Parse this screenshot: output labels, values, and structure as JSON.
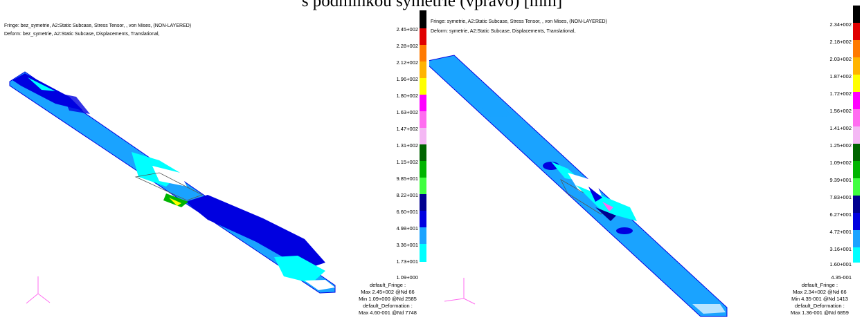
{
  "page_title": "s podmínkou symetrie (vpravo) [mm]",
  "panels": [
    {
      "fringe_line": "Fringe: bez_symetrie, A2:Static Subcase, Stress Tensor, , von Mises, (NON-LAYERED)",
      "deform_line": "Deform: bez_symetrie, A2:Static Subcase, Displacements, Translational,",
      "colors": [
        "#000000",
        "#e00000",
        "#ff7a00",
        "#ffb400",
        "#ffff00",
        "#ff00ff",
        "#ff6cf0",
        "#f4b8f4",
        "#006400",
        "#00b400",
        "#40ff40",
        "#000090",
        "#0000e0",
        "#1aa3ff",
        "#00ffff"
      ],
      "ticks": [
        "2.45+002",
        "2.28+002",
        "2.12+002",
        "1.96+002",
        "1.80+002",
        "1.63+002",
        "1.47+002",
        "1.31+002",
        "1.15+002",
        "9.85+001",
        "8.22+001",
        "6.60+001",
        "4.98+001",
        "3.36+001",
        "1.73+001",
        "1.09+000"
      ],
      "info": [
        "default_Fringe :",
        "Max 2.45+002 @Nd 66",
        "Min 1.09+000 @Nd 2585",
        "default_Deformation :",
        "Max 4.60-001 @Nd 7748"
      ]
    },
    {
      "fringe_line": "Fringe: symetrie, A2:Static Subcase, Stress Tensor, , von Mises, (NON-LAYERED)",
      "deform_line": "Deform: symetrie, A2:Static Subcase, Displacements, Translational,",
      "colors": [
        "#000000",
        "#e00000",
        "#ff7a00",
        "#ffb400",
        "#ffff00",
        "#ff00ff",
        "#ff6cf0",
        "#f4b8f4",
        "#006400",
        "#00b400",
        "#40ff40",
        "#000090",
        "#0000e0",
        "#1aa3ff",
        "#00ffff"
      ],
      "ticks": [
        "2.34+002",
        "2.18+002",
        "2.03+002",
        "1.87+002",
        "1.72+002",
        "1.56+002",
        "1.41+002",
        "1.25+002",
        "1.09+002",
        "9.39+001",
        "7.83+001",
        "6.27+001",
        "4.72+001",
        "3.16+001",
        "1.60+001",
        "4.35-001"
      ],
      "info": [
        "default_Fringe :",
        "Max 2.34+002 @Nd 66",
        "Min 4.35-001 @Nd 1413",
        "default_Deformation :",
        "Max 1.36-001 @Nd 6859"
      ]
    }
  ]
}
